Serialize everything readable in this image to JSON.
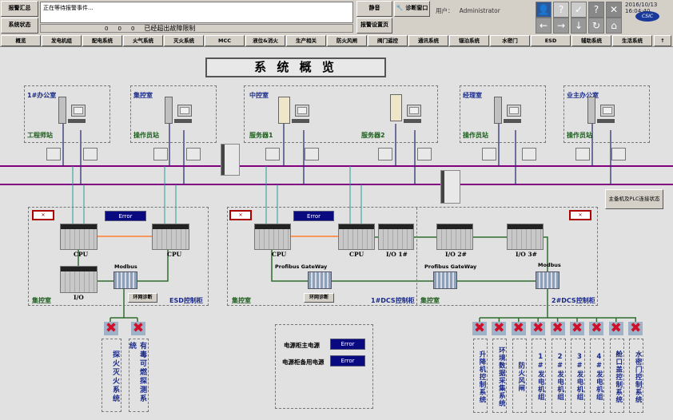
{
  "header": {
    "alarm_summary": "报警汇总",
    "system_status": "系统状态",
    "event_text": "正在等待报警事件...",
    "counts": [
      "0",
      "0",
      "0"
    ],
    "fault_text": "已经超出故障限制",
    "mute": "静音",
    "diag_window": "诊断窗口",
    "alarm_settings": "报警设置页",
    "user_label": "用户：",
    "user_name": "Administrator",
    "datetime": "2016/10/13 16:04:40",
    "logo_text": "CSIC"
  },
  "nav": [
    "概览",
    "发电机组",
    "配电系统",
    "火气系统",
    "灭火系统",
    "MCC",
    "液位&消火",
    "生产相关",
    "防火风闸",
    "阀门遥控",
    "通讯系统",
    "锚泊系统",
    "水密门",
    "ESD",
    "辅助系统",
    "生活系统"
  ],
  "title": "系 统 概 览",
  "rooms": [
    {
      "name": "1#办公室",
      "station": "工程师站"
    },
    {
      "name": "集控室",
      "station": "操作员站"
    },
    {
      "name": "中控室",
      "station": "服务器1",
      "station2": "服务器2"
    },
    {
      "name": "经理室",
      "station": "操作员站"
    },
    {
      "name": "业主办公室",
      "station": "操作员站"
    }
  ],
  "plc_status_button": "主备机及PLC连接状态",
  "esd": {
    "error": "Error",
    "cpu": "CPU",
    "io": "I/O",
    "modbus": "Modbus",
    "ring_diag": "环网诊断",
    "room": "集控室",
    "cabinet": "ESD控制柜"
  },
  "dcs1": {
    "error": "Error",
    "cpu": "CPU",
    "io1": "I/O 1#",
    "gateway": "Profibus GateWay",
    "ring_diag": "环网诊断",
    "room": "集控室",
    "cabinet": "1#DCS控制柜"
  },
  "dcs2": {
    "io2": "I/O 2#",
    "io3": "I/O 3#",
    "gateway": "Profibus GateWay",
    "modbus": "Modbus",
    "room": "集控室",
    "cabinet": "2#DCS控制柜"
  },
  "power": {
    "main": "电源柜主电源",
    "backup": "电源柜备用电源",
    "main_status": "Error",
    "backup_status": "Error"
  },
  "left_systems": [
    "探火灭火系统",
    "有毒可燃探测系统"
  ],
  "right_systems": [
    "升降机控制系统",
    "环境数据采集系统",
    "防火风闸",
    "1#发电机组",
    "2#发电机组",
    "3#发电机组",
    "4#发电机组",
    "舱口盖控制系统",
    "水密门控制系统"
  ],
  "colors": {
    "bus": "#800080",
    "error_bg": "#0a0a80",
    "net": "#2a9a9a",
    "field": "#2e6e2e"
  }
}
